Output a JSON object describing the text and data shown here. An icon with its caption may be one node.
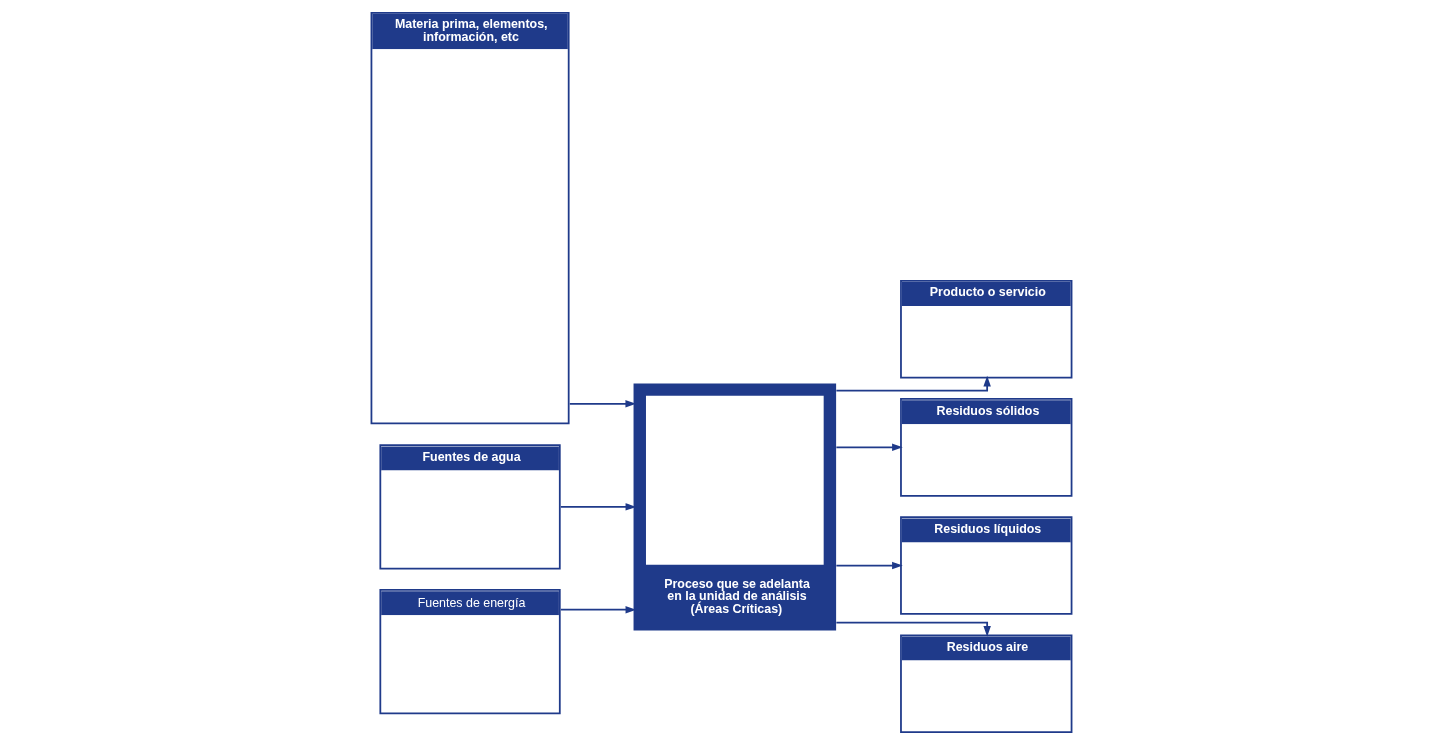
{
  "diagram": {
    "nodes": [
      {
        "text": [
          "Materia prima, elementos, información, etc"
        ]
      },
      {
        "text": [
          "Fuentes de agua"
        ]
      },
      {
        "text": [
          "Fuentes de energía"
        ]
      },
      {
        "text": [
          "Proceso que se adelanta en la unidad de análisis (Áreas Críticas)"
        ]
      },
      {
        "text": [
          "Producto o servicio"
        ]
      },
      {
        "text": [
          "Residuos sólidos"
        ]
      },
      {
        "text": [
          "Residuos líquidos"
        ]
      },
      {
        "text": [
          "Residuos aire"
        ]
      }
    ],
    "edges": [
      {
        "from": 0,
        "to": 3,
        "arrow": "to"
      },
      {
        "from": 1,
        "to": 3,
        "arrow": "to"
      },
      {
        "from": 2,
        "to": 3,
        "arrow": "to"
      },
      {
        "from": 3,
        "to": 4,
        "arrow": "to"
      },
      {
        "from": 3,
        "to": 5,
        "arrow": "to"
      },
      {
        "from": 3,
        "to": 6,
        "arrow": "to"
      },
      {
        "from": 3,
        "to": 7,
        "arrow": "to"
      }
    ]
  }
}
